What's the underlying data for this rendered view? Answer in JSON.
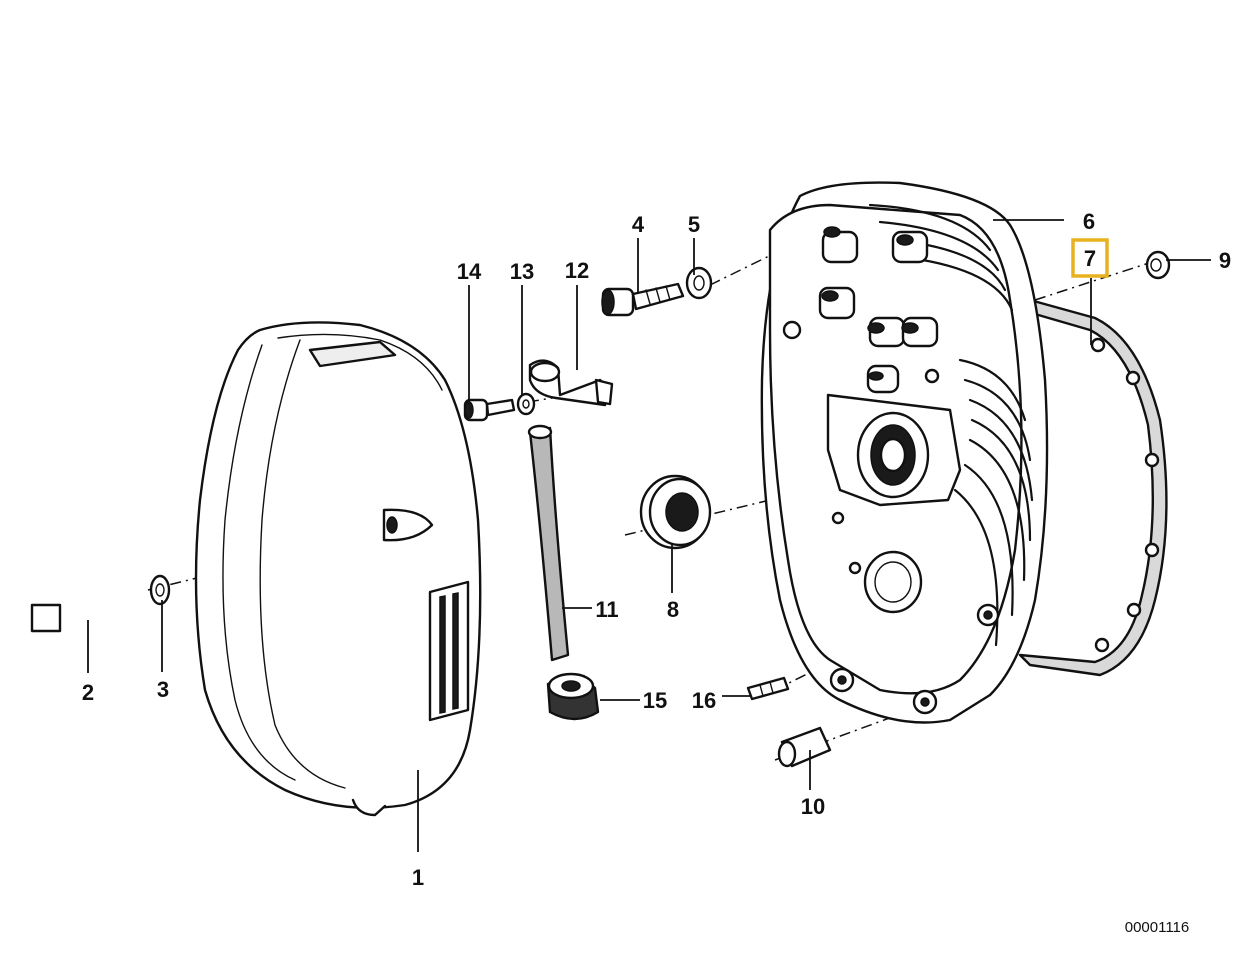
{
  "callouts": [
    {
      "number": "1",
      "part": "cover"
    },
    {
      "number": "2",
      "part": "cap-screw"
    },
    {
      "number": "3",
      "part": "washer"
    },
    {
      "number": "4",
      "part": "cap-screw"
    },
    {
      "number": "5",
      "part": "washer"
    },
    {
      "number": "6",
      "part": "cylinder-head-cover"
    },
    {
      "number": "7",
      "part": "gasket",
      "highlighted": true
    },
    {
      "number": "8",
      "part": "shaft-seal"
    },
    {
      "number": "9",
      "part": "nut"
    },
    {
      "number": "10",
      "part": "sleeve"
    },
    {
      "number": "11",
      "part": "hose"
    },
    {
      "number": "12",
      "part": "bracket"
    },
    {
      "number": "13",
      "part": "washer"
    },
    {
      "number": "14",
      "part": "screw"
    },
    {
      "number": "15",
      "part": "grommet"
    },
    {
      "number": "16",
      "part": "dowel-pin"
    }
  ],
  "reference_number": "00001116",
  "colors": {
    "line": "#111111",
    "background": "#ffffff",
    "highlight": "#e8b21f"
  }
}
